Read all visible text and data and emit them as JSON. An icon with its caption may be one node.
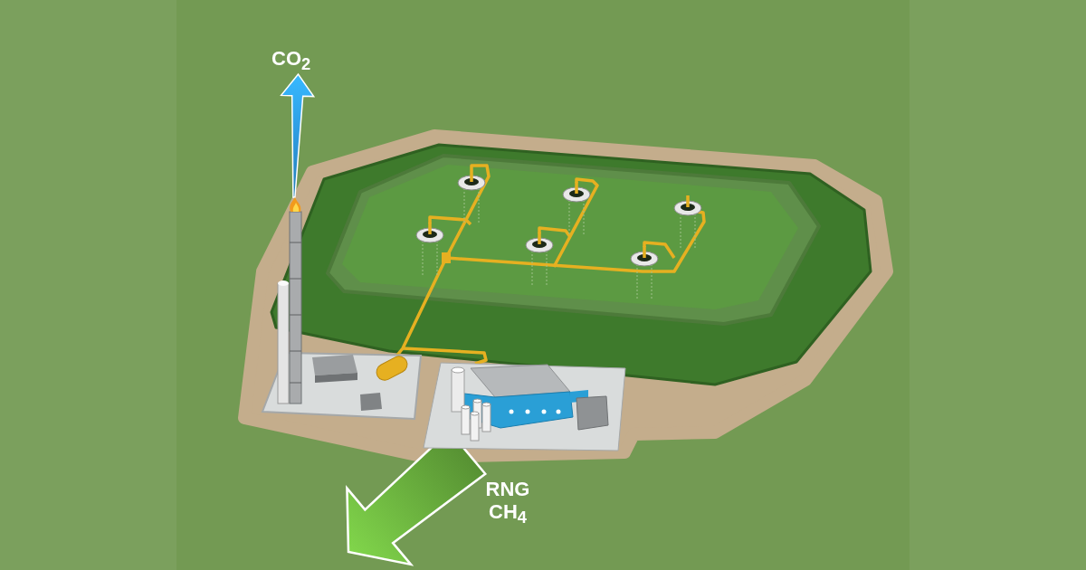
{
  "diagram": {
    "nodes": [
      {
        "text": [
          "CO$_{2}$"
        ]
      },
      {
        "text": [],
        "shape": "picture"
      },
      {
        "text": [],
        "shape": "picture"
      }
    ],
    "edges": [
      {
        "from": 1,
        "to": 0,
        "arrow": "to",
        "style": "thick",
        "color": "#2e9be0"
      },
      {
        "from": 2,
        "to": null,
        "arrow": "to",
        "style": "thick",
        "color": "#6cb33f",
        "label": "RNG CH$_{4}$"
      }
    ]
  }
}
